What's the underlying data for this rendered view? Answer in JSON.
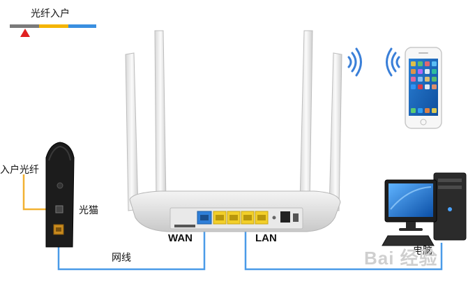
{
  "labels": {
    "fiber_entry_top": "光纤入户",
    "fiber_entry_side": "入户光纤",
    "optical_modem": "光猫",
    "network_cable": "网线",
    "wan": "WAN",
    "lan": "LAN",
    "computer": "电脑"
  },
  "watermark": "Bai 经验",
  "legend_bar_colors": [
    "#7a7a7a",
    "#f4b400",
    "#3a8fe0"
  ],
  "colors": {
    "cable_blue": "#4a9be8",
    "fiber_yellow": "#f2b233",
    "marker_red": "#e02020",
    "wan_port": "#2f7fd8",
    "lan_port": "#f2cf2a"
  },
  "icons": [
    "router",
    "antenna",
    "wifi-signal-icon",
    "smartphone",
    "optical-modem",
    "desktop-computer"
  ]
}
